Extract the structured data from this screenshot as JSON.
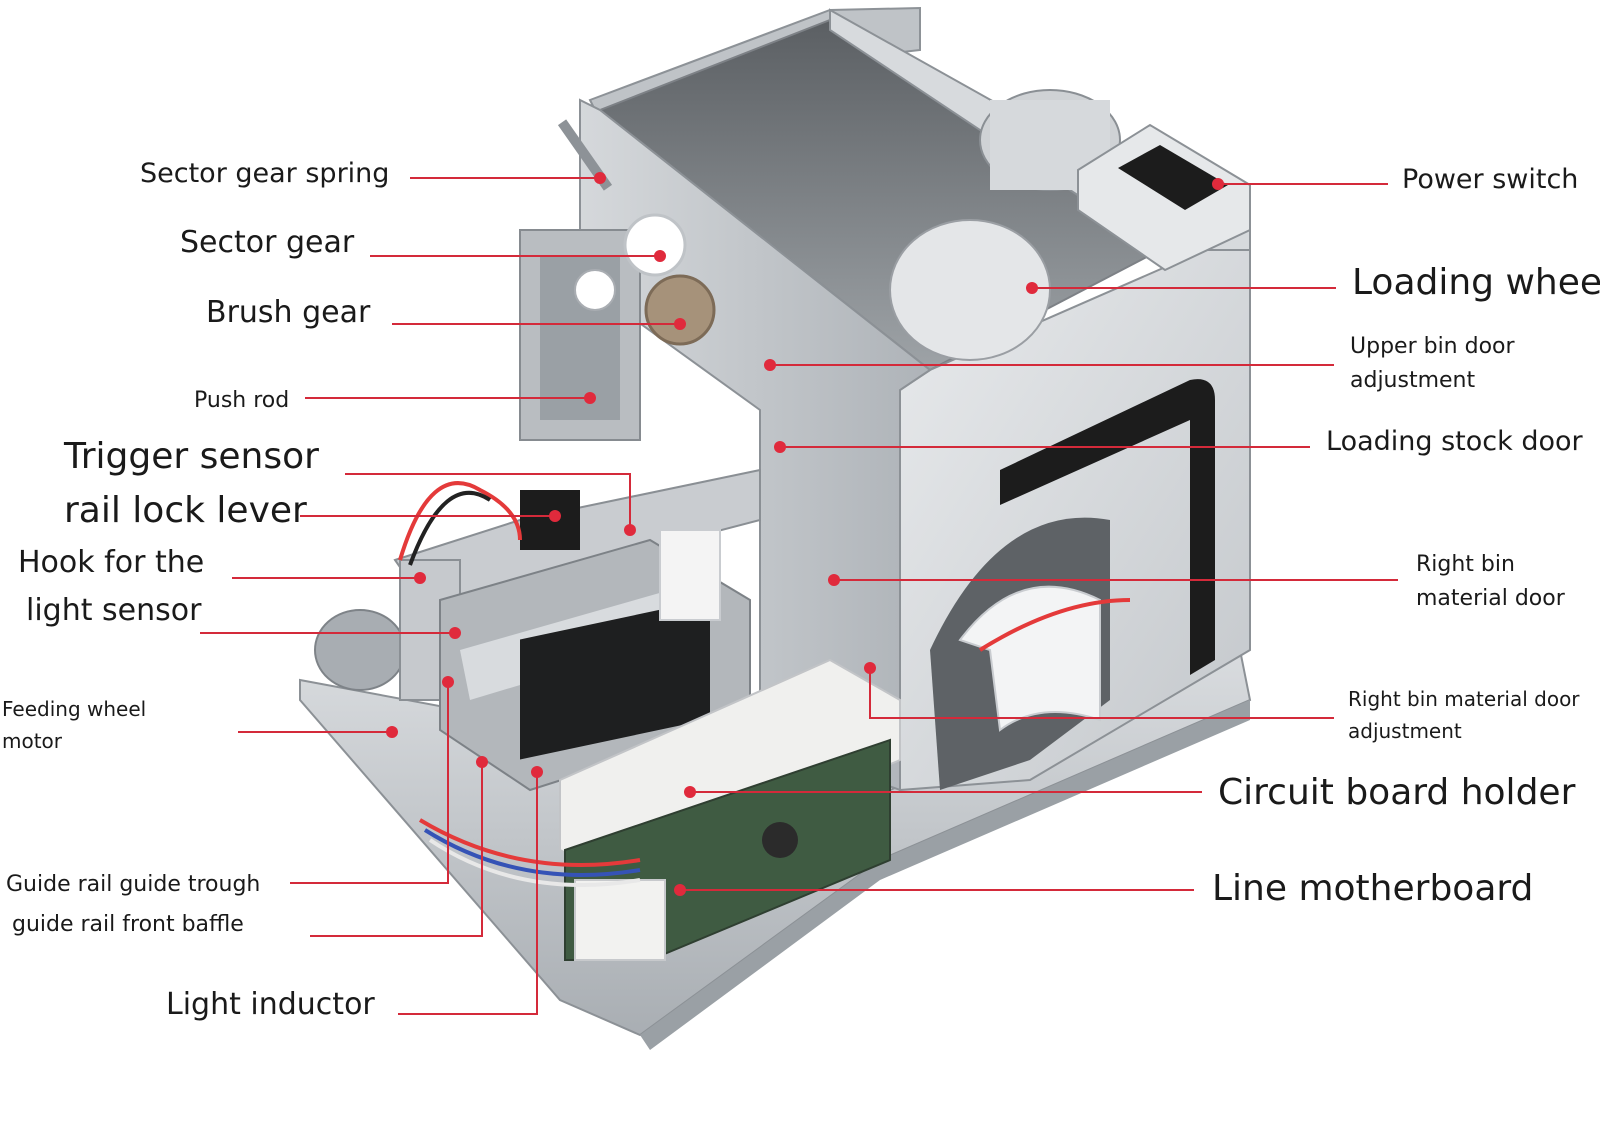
{
  "colors": {
    "leader": "#d42a3a",
    "dot": "#e02a3c",
    "metal_light": "#e2e4e6",
    "metal_mid": "#c7cacd",
    "metal_dark": "#9da2a7",
    "black": "#1c1c1c"
  },
  "labels": {
    "sector_gear_spring": "Sector gear spring",
    "sector_gear": "Sector gear",
    "brush_gear": "Brush gear",
    "push_rod": "Push rod",
    "trigger_sensor": "Trigger sensor",
    "rail_lock_lever": "rail lock lever",
    "hook_light_sensor_1": "Hook for the",
    "hook_light_sensor_2": "light sensor",
    "feeding_wheel_motor_1": "Feeding wheel",
    "feeding_wheel_motor_2": "motor",
    "guide_rail_guide_trough": "Guide rail guide trough",
    "guide_rail_front_baffle": "guide rail front baffle",
    "light_inductor": "Light inductor",
    "power_switch": "Power switch",
    "loading_wheel": "Loading wheel",
    "upper_bin_door_adjustment_1": "Upper bin door",
    "upper_bin_door_adjustment_2": "adjustment",
    "loading_stock_door": "Loading stock door",
    "right_bin_material_door_1": "Right bin",
    "right_bin_material_door_2": "material door",
    "right_bin_material_door_adjustment_1": "Right bin material door",
    "right_bin_material_door_adjustment_2": "adjustment",
    "circuit_board_holder": "Circuit board holder",
    "line_motherboard": "Line motherboard"
  }
}
